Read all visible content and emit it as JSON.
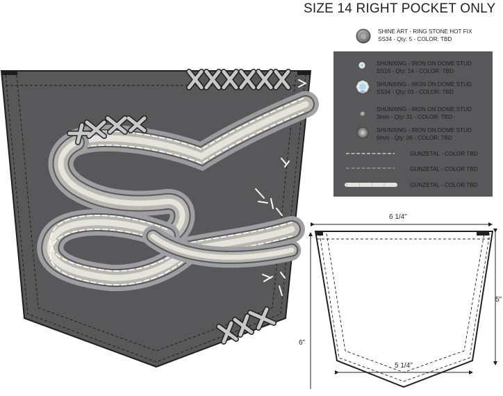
{
  "header": {
    "title": "SIZE 14 RIGHT POCKET ONLY"
  },
  "callout": {
    "icon": "ring-stone-icon",
    "line1": "SHINE ART - RING STONE HOT FIX",
    "line2": "SS34 - Qty: 5 - COLOR: TBD"
  },
  "legend": {
    "background": "#58585a",
    "items": [
      {
        "icon": "crystal-stud-small-icon",
        "line1": "SHUNXING - IRON ON DOME STUD",
        "line2": "SS16 - Qty: 14 - COLOR: TBD"
      },
      {
        "icon": "crystal-stud-large-icon",
        "line1": "SHUNXING - IRON ON DOME STUD",
        "line2": "SS34 - Qty: 03 - COLOR: TBD"
      },
      {
        "icon": "dome-stud-3mm-icon",
        "line1": "SHUNXING - IRON ON DOME STUD",
        "line2": "3mm - Qty: 31 - COLOR: TBD"
      },
      {
        "icon": "dome-stud-6mm-icon",
        "line1": "SHUNXING - IRON ON DOME STUD",
        "line2": "6mm - Qty: 06 - COLOR: TBD"
      }
    ],
    "threads": [
      {
        "icon": "dashed-thread-light-icon",
        "label": "GUNZETAL - COLOR TBD"
      },
      {
        "icon": "dashed-thread-thin-icon",
        "label": "GUNZETAL - COLOR TBD"
      },
      {
        "icon": "thick-thread-cream-icon",
        "label": "GUNZETAL - COLOR TBD"
      }
    ]
  },
  "pocket": {
    "fill": "#58585a",
    "stitch_colors": {
      "outer": "#9d9fa2",
      "mid": "#b8b6b0",
      "cream": "#e6e3dc",
      "white": "#fffdf3"
    },
    "cross_stitch_groups": [
      {
        "position": "top-right",
        "count": 6
      },
      {
        "position": "upper-left-swirl",
        "count": 4
      },
      {
        "position": "bottom-right",
        "count": 3
      }
    ]
  },
  "dimensions": {
    "top_width": "6 1/4\"",
    "bottom_width": "5 1/4\"",
    "side_height": "5\"",
    "total_height": "6\""
  }
}
